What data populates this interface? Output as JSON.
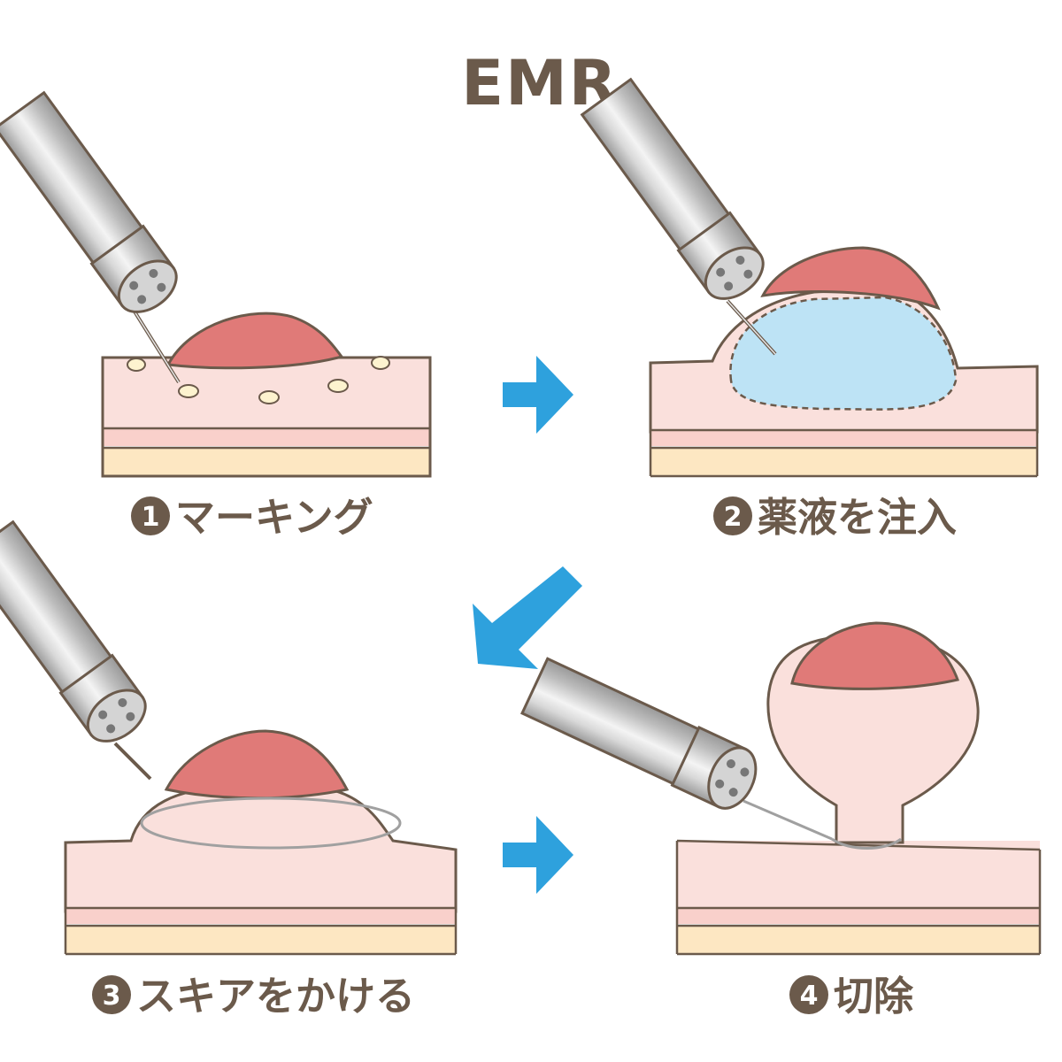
{
  "title": "EMR",
  "steps": [
    {
      "number": "1",
      "label": "マーキング"
    },
    {
      "number": "2",
      "label": "薬液を注入"
    },
    {
      "number": "3",
      "label": "スキアをかける"
    },
    {
      "number": "4",
      "label": "切除"
    }
  ],
  "colors": {
    "outline": "#6b5a4b",
    "tissue": "#fae0dc",
    "tissue_band": "#f9d0cb",
    "submucosa": "#fde7c2",
    "lesion": "#e07a78",
    "injection_fluid": "#bde3f5",
    "arrow": "#2ea1dd",
    "scope_metal": "#c4c4c4",
    "marking_dot": "#fdf3cf"
  },
  "icons": [
    "endoscope-icon",
    "arrow-right-icon",
    "arrow-down-left-icon",
    "snare-icon",
    "needle-icon"
  ]
}
